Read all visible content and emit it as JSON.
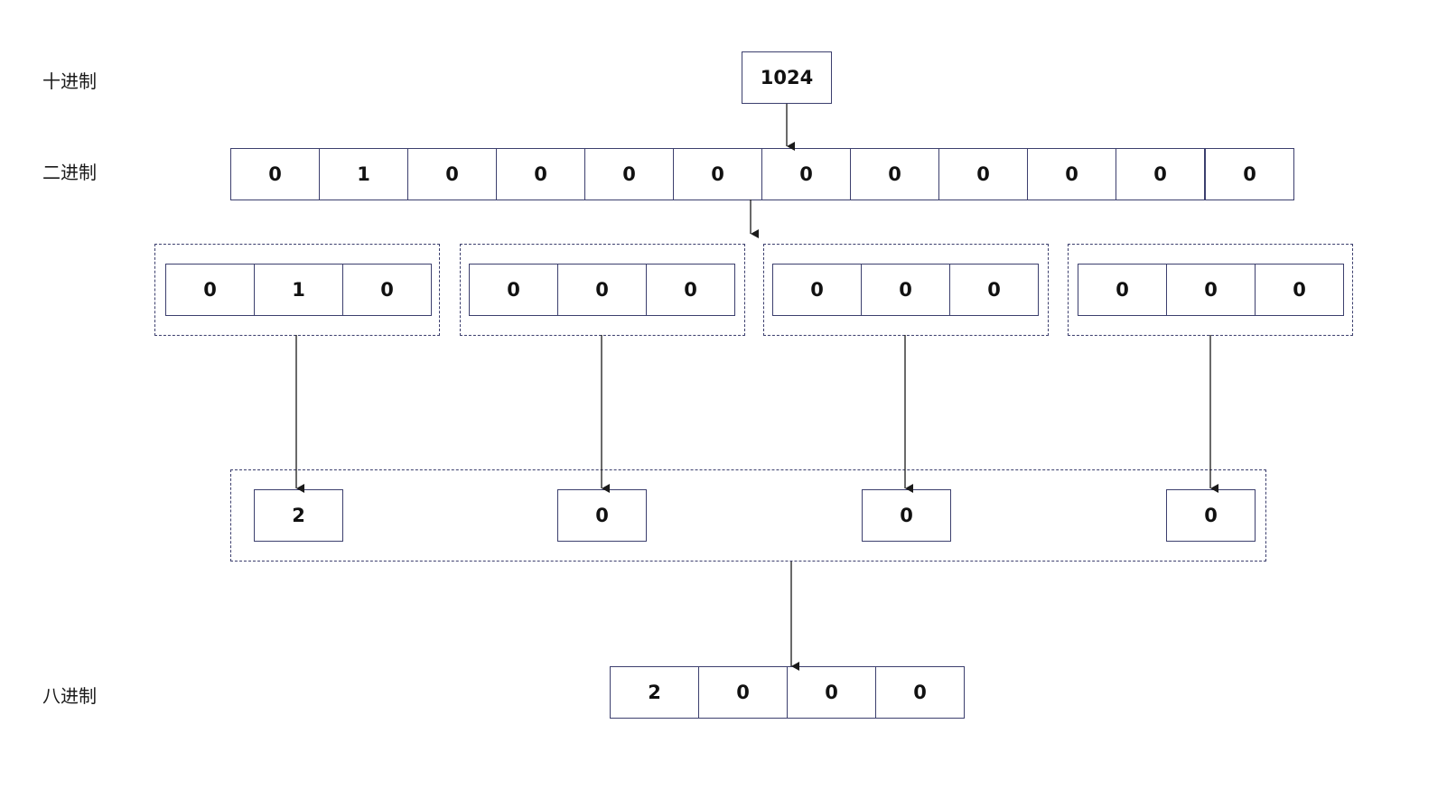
{
  "labels": {
    "decimal": "十进制",
    "binary": "二进制",
    "octal": "八进制"
  },
  "decimal_value": "1024",
  "binary_digits": [
    "0",
    "1",
    "0",
    "0",
    "0",
    "0",
    "0",
    "0",
    "0",
    "0",
    "0",
    "0"
  ],
  "groups": [
    [
      "0",
      "1",
      "0"
    ],
    [
      "0",
      "0",
      "0"
    ],
    [
      "0",
      "0",
      "0"
    ],
    [
      "0",
      "0",
      "0"
    ]
  ],
  "octal_digits_grouped": [
    "2",
    "0",
    "0",
    "0"
  ],
  "octal_result": [
    "2",
    "0",
    "0",
    "0"
  ],
  "colors": {
    "border": "#3c3f6e",
    "arrow": "#1a1a1a",
    "text": "#111111"
  }
}
